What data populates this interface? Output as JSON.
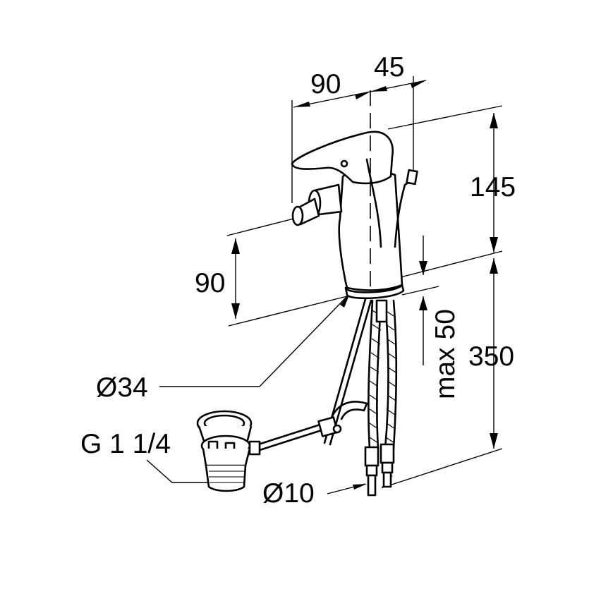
{
  "dimensions": {
    "spout_reach": "90",
    "lever_offset": "45",
    "body_height": "145",
    "spout_height": "90",
    "hose_length": "350",
    "max_deck": "max 50",
    "base_diameter": "Ø34",
    "hose_diameter": "Ø10",
    "waste_thread": "G 1 1/4"
  }
}
